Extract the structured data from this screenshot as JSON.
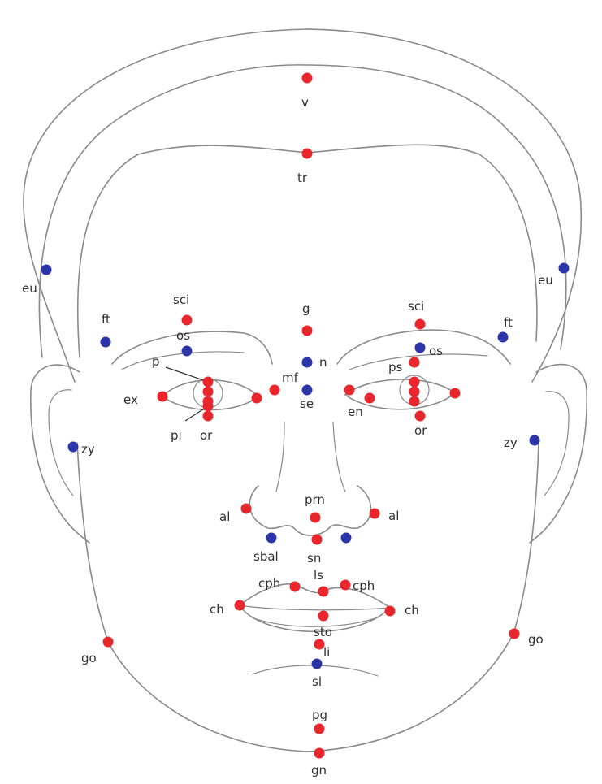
{
  "colors": {
    "soft_tissue": "#e8262c",
    "bony": "#2b35a8",
    "outline": "#8a8a8a",
    "text": "#2f2f2f"
  },
  "landmarks": [
    {
      "id": "v",
      "label": "v",
      "type": "soft_tissue"
    },
    {
      "id": "tr",
      "label": "tr",
      "type": "soft_tissue"
    },
    {
      "id": "eu_r",
      "label": "eu",
      "type": "bony"
    },
    {
      "id": "eu_l",
      "label": "eu",
      "type": "bony"
    },
    {
      "id": "ft_r",
      "label": "ft",
      "type": "bony"
    },
    {
      "id": "ft_l",
      "label": "ft",
      "type": "bony"
    },
    {
      "id": "sci_r",
      "label": "sci",
      "type": "soft_tissue"
    },
    {
      "id": "sci_l",
      "label": "sci",
      "type": "soft_tissue"
    },
    {
      "id": "g",
      "label": "g",
      "type": "soft_tissue"
    },
    {
      "id": "os_r",
      "label": "os",
      "type": "bony"
    },
    {
      "id": "os_l",
      "label": "os",
      "type": "bony"
    },
    {
      "id": "n",
      "label": "n",
      "type": "bony"
    },
    {
      "id": "se",
      "label": "se",
      "type": "bony"
    },
    {
      "id": "mf",
      "label": "mf",
      "type": "soft_tissue"
    },
    {
      "id": "ps_r",
      "label": "p",
      "type": "soft_tissue"
    },
    {
      "id": "ps_l",
      "label": "ps",
      "type": "soft_tissue"
    },
    {
      "id": "ex",
      "label": "ex",
      "type": "soft_tissue"
    },
    {
      "id": "en",
      "label": "en",
      "type": "soft_tissue"
    },
    {
      "id": "pi",
      "label": "pi",
      "type": "soft_tissue"
    },
    {
      "id": "or_r",
      "label": "or",
      "type": "soft_tissue"
    },
    {
      "id": "or_l",
      "label": "or",
      "type": "soft_tissue"
    },
    {
      "id": "zy_r",
      "label": "zy",
      "type": "bony"
    },
    {
      "id": "zy_l",
      "label": "zy",
      "type": "bony"
    },
    {
      "id": "prn",
      "label": "prn",
      "type": "soft_tissue"
    },
    {
      "id": "al_r",
      "label": "al",
      "type": "soft_tissue"
    },
    {
      "id": "al_l",
      "label": "al",
      "type": "soft_tissue"
    },
    {
      "id": "sbal",
      "label": "sbal",
      "type": "bony"
    },
    {
      "id": "sn",
      "label": "sn",
      "type": "soft_tissue"
    },
    {
      "id": "cph_r",
      "label": "cph",
      "type": "soft_tissue"
    },
    {
      "id": "cph_l",
      "label": "cph",
      "type": "soft_tissue"
    },
    {
      "id": "ls",
      "label": "ls",
      "type": "soft_tissue"
    },
    {
      "id": "ch_r",
      "label": "ch",
      "type": "soft_tissue"
    },
    {
      "id": "ch_l",
      "label": "ch",
      "type": "soft_tissue"
    },
    {
      "id": "sto",
      "label": "sto",
      "type": "soft_tissue"
    },
    {
      "id": "li",
      "label": "li",
      "type": "soft_tissue"
    },
    {
      "id": "go_r",
      "label": "go",
      "type": "soft_tissue"
    },
    {
      "id": "go_l",
      "label": "go",
      "type": "soft_tissue"
    },
    {
      "id": "sl",
      "label": "sl",
      "type": "bony"
    },
    {
      "id": "pg",
      "label": "pg",
      "type": "soft_tissue"
    },
    {
      "id": "gn",
      "label": "gn",
      "type": "soft_tissue"
    }
  ]
}
